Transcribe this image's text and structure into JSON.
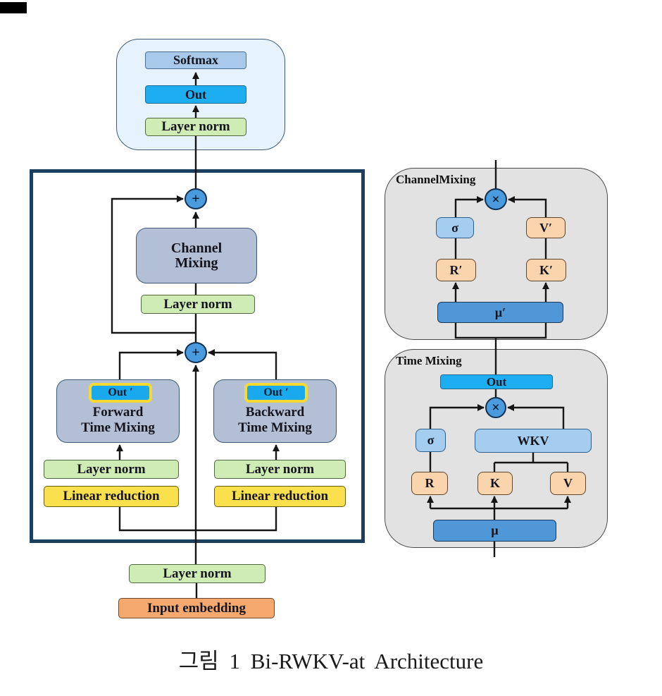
{
  "figure": {
    "caption": "그림 1 Bi-RWKV-at Architecture"
  },
  "output_block": {
    "softmax_label": "Softmax",
    "out_label": "Out",
    "layer_norm_label": "Layer norm"
  },
  "encoder_block": {
    "plus_symbol": "+",
    "channel_mixing_label": "Channel\nMixing",
    "layer_norm_label": "Layer norm",
    "forward_branch": {
      "out_label": "Out ′",
      "name_line1": "Forward",
      "name_line2": "Time Mixing",
      "layer_norm_label": "Layer norm",
      "linear_reduction_label": "Linear reduction"
    },
    "backward_branch": {
      "out_label": "Out ′",
      "name_line1": "Backward",
      "name_line2": "Time Mixing",
      "layer_norm_label": "Layer norm",
      "linear_reduction_label": "Linear reduction"
    }
  },
  "input_block": {
    "layer_norm_label": "Layer norm",
    "input_embedding_label": "Input embedding"
  },
  "channel_mixing_panel": {
    "title": "ChannelMixing",
    "multiply_symbol": "×",
    "sigma_label": "σ",
    "v_label": "V′",
    "r_label": "R′",
    "k_label": "K′",
    "mu_label": "μ′"
  },
  "time_mixing_panel": {
    "title": "Time Mixing",
    "out_label": "Out",
    "multiply_symbol": "×",
    "sigma_label": "σ",
    "wkv_label": "WKV",
    "r_label": "R",
    "k_label": "K",
    "v_label": "V",
    "mu_label": "μ"
  },
  "colors": {
    "bright_blue": "#1caef0",
    "soft_blue": "#a9c9ea",
    "pale_blue": "#a4cdf0",
    "medium_blue": "#4f97d6",
    "node_blue": "#4a9ade",
    "green": "#cfecb4",
    "yellow": "#fbe04e",
    "yellow_border": "#f8d832",
    "orange": "#f6a96e",
    "peach": "#f9d4ac",
    "slate_blue": "#b3bfd4",
    "panel_gray": "#e2e2e2",
    "frame_navy": "#1d3f5e",
    "container_blue": "#e6f3fc"
  }
}
